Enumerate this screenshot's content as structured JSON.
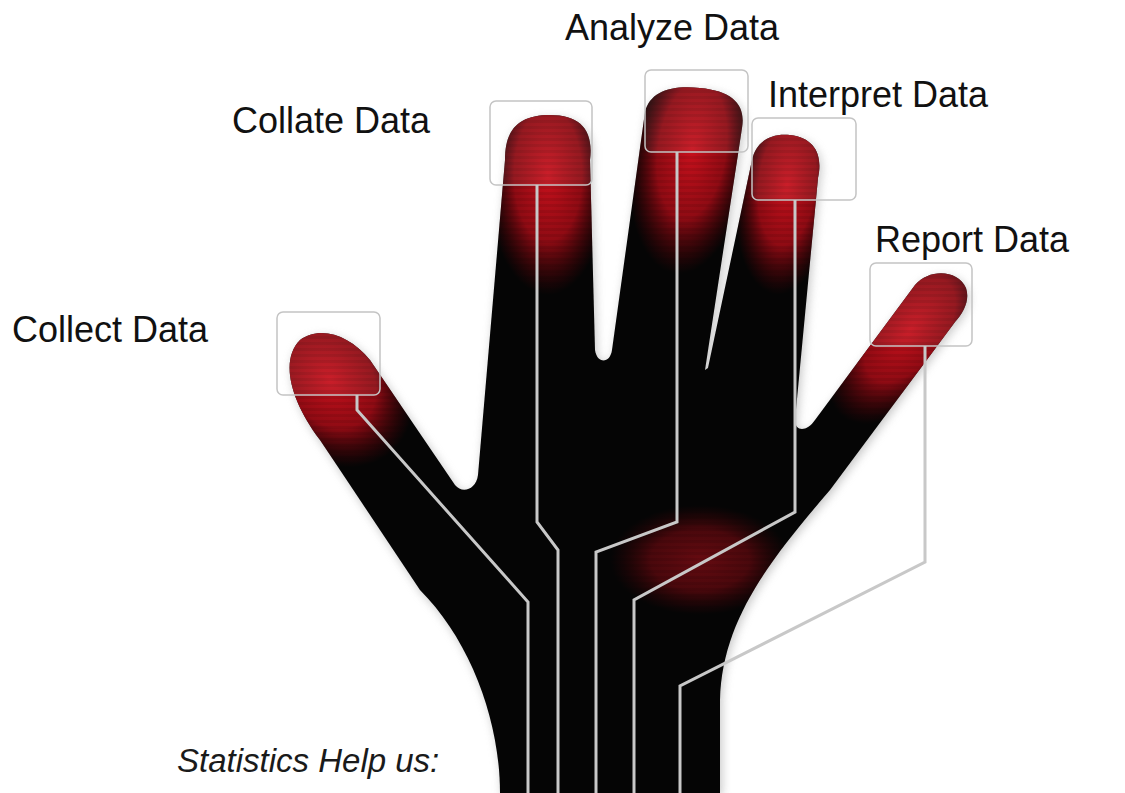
{
  "diagram": {
    "labels": [
      "Analyze Data",
      "Collate Data",
      "Interpret Data",
      "Report Data",
      "Collect Data",
      "Statistics Help us:"
    ]
  }
}
